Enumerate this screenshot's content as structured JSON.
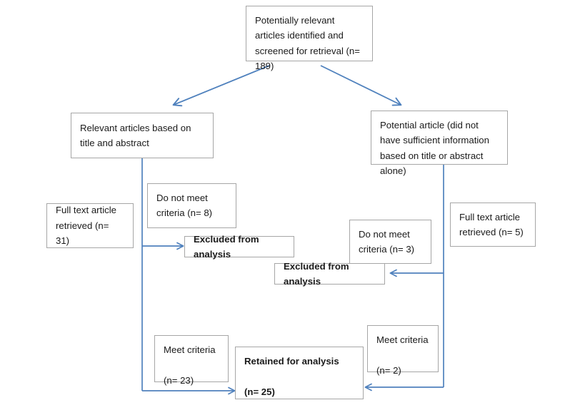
{
  "diagram": {
    "title": "Article identification, screening and selection flowchart",
    "type": "flowchart",
    "accent_color": "#4f81bd",
    "box_border_color": "#a6a6a6",
    "background_color": "#ffffff",
    "text_color": "#1a1a1a"
  },
  "nodes": {
    "screened": {
      "text": "Potentially relevant articles identified and screened for retrieval (n= 189)",
      "count": 189
    },
    "relevant_title_abstract": {
      "text": "Relevant articles based on title and abstract"
    },
    "potential_insufficient_info": {
      "text": "Potential article (did not have sufficient information based on title or abstract alone)"
    },
    "full_text_left": {
      "text": "Full text article retrieved (n= 31)",
      "count": 31
    },
    "full_text_right": {
      "text": "Full text article retrieved (n= 5)",
      "count": 5
    },
    "not_meet_left": {
      "text": "Do not meet criteria (n= 8)",
      "count": 8
    },
    "not_meet_right": {
      "text": "Do not meet criteria (n= 3)",
      "count": 3
    },
    "excluded_left": {
      "text": "Excluded from analysis"
    },
    "excluded_right": {
      "text": "Excluded from analysis"
    },
    "meet_left": {
      "text": "Meet criteria\n\n(n= 23)",
      "count": 23
    },
    "meet_right": {
      "text": "Meet criteria\n\n(n= 2)",
      "count": 2
    },
    "retained": {
      "text": "Retained for analysis\n\n(n= 25)",
      "count": 25
    }
  }
}
